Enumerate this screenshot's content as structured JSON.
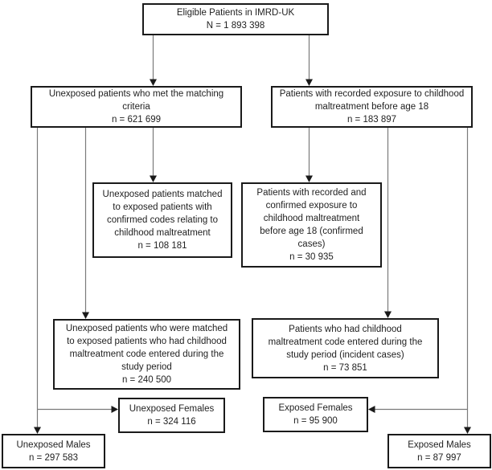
{
  "figure": {
    "type": "flowchart",
    "description": "Patient selection flow diagram"
  },
  "colors": {
    "box_border": "#1a1a1a",
    "connector_line": "#7a7a7a",
    "arrowhead": "#1a1a1a",
    "background": "#ffffff",
    "text": "#1f1f1f"
  },
  "nodes": {
    "eligible": {
      "label": "Eligible Patients in IMRD-UK",
      "n": "N = 1 893 398"
    },
    "unexposed_matching": {
      "label": "Unexposed patients who met the matching\ncriteria",
      "n": "n = 621 699"
    },
    "exposed_recorded": {
      "label": "Patients with recorded exposure to childhood\nmaltreatment before age 18",
      "n": "n = 183 897"
    },
    "unexposed_confirmed_match": {
      "label": "Unexposed patients matched\nto exposed patients with\nconfirmed codes relating to\nchildhood maltreatment",
      "n": "n = 108 181"
    },
    "exposed_confirmed": {
      "label": "Patients with recorded and\nconfirmed exposure to\nchildhood maltreatment\nbefore age 18 (confirmed\ncases)",
      "n": "n = 30 935"
    },
    "unexposed_incident_match": {
      "label": "Unexposed patients who were matched\nto exposed patients who had childhood\nmaltreatment code entered during the\nstudy period",
      "n": "n = 240 500"
    },
    "exposed_incident": {
      "label": "Patients who had childhood\nmaltreatment code entered during the\nstudy period (incident cases)",
      "n": "n = 73 851"
    },
    "unexposed_females": {
      "label": "Unexposed Females",
      "n": "n = 324 116"
    },
    "exposed_females": {
      "label": "Exposed Females",
      "n": "n = 95 900"
    },
    "unexposed_males": {
      "label": "Unexposed Males",
      "n": "n = 297 583"
    },
    "exposed_males": {
      "label": "Exposed Males",
      "n": "n = 87 997"
    }
  }
}
